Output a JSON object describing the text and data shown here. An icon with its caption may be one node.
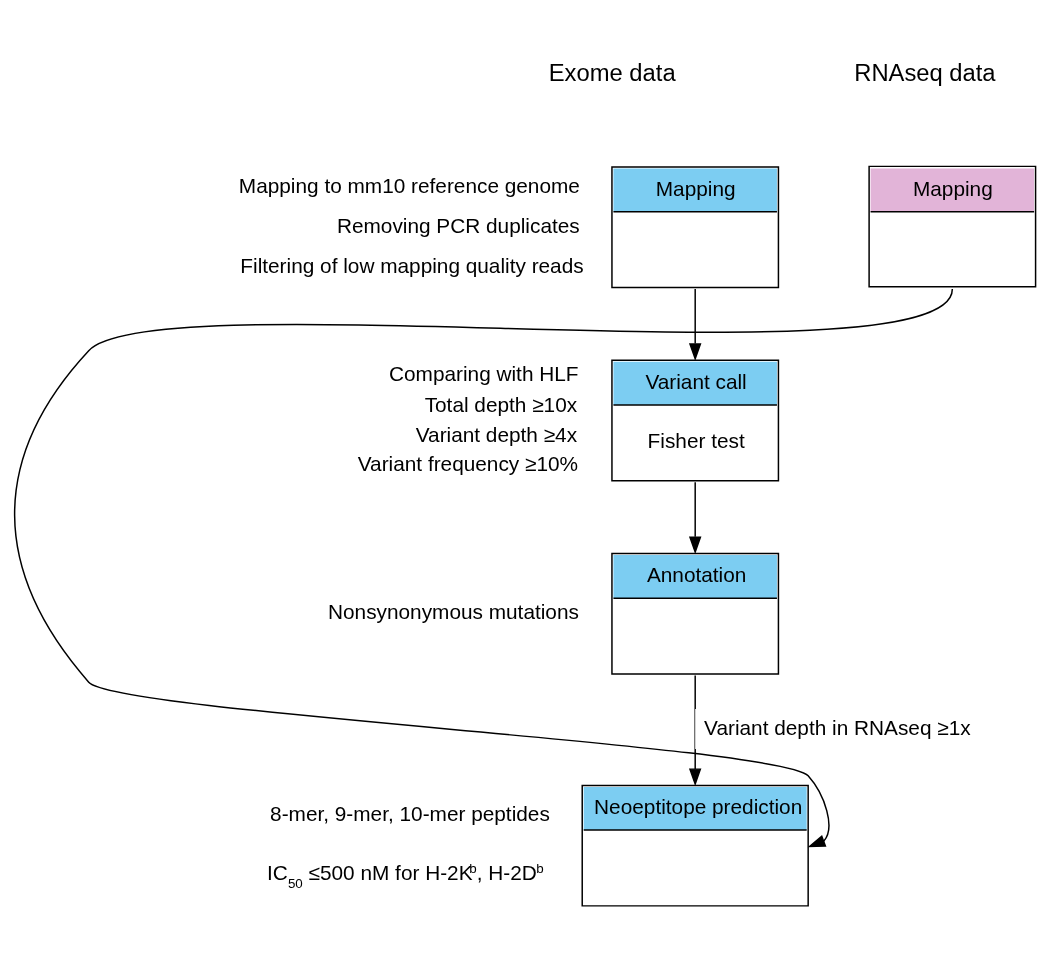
{
  "diagram": {
    "nodes": [
      {
        "text": [
          "Mapping"
        ],
        "beside": [
          "Mapping to mm10 reference genome",
          "Removing PCR duplicates",
          "Filtering of low mapping quality reads"
        ]
      },
      {
        "text": [
          "Mapping"
        ]
      },
      {
        "text": [
          "Variant call",
          "Fisher test"
        ],
        "beside": [
          "Comparing with HLF",
          "Total depth ≥10x",
          "Variant depth ≥4x",
          "Variant frequency ≥10%"
        ]
      },
      {
        "text": [
          "Annotation"
        ],
        "beside": [
          "Nonsynonymous mutations"
        ]
      },
      {
        "text": [
          "Neoeptitope prediction"
        ],
        "beside": [
          "8-mer, 9-mer, 10-mer peptides",
          "IC$_{50}$ ≤500 nM for H-2K$^{b}$, H-2D$^{b}$"
        ]
      }
    ],
    "edges": [
      {
        "from": 0,
        "to": 2,
        "arrow": "to"
      },
      {
        "from": 2,
        "to": 3,
        "arrow": "to"
      },
      {
        "from": 3,
        "to": 4,
        "arrow": "to",
        "label": "Variant depth in RNAseq ≥1x"
      },
      {
        "from": 1,
        "to": 4,
        "arrow": "to"
      }
    ],
    "labels": [
      "Exome data",
      "RNAseq data"
    ]
  }
}
